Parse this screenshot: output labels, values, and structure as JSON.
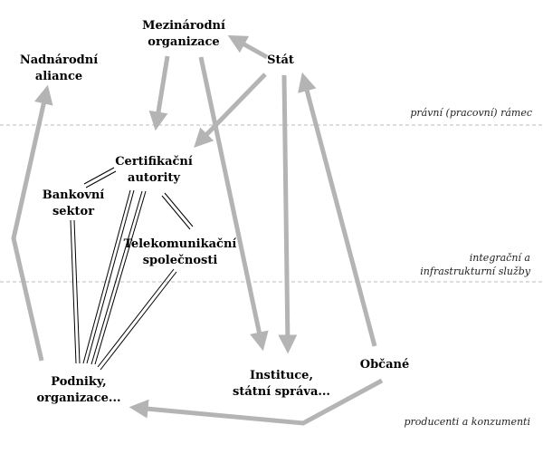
{
  "nodes": {
    "mezinarodni": {
      "line1": "Mezinárodní",
      "line2": "organizace"
    },
    "nadnarodni": {
      "line1": "Nadnárodní",
      "line2": "aliance"
    },
    "stat": {
      "line1": "Stát"
    },
    "certifikacni": {
      "line1": "Certifikační",
      "line2": "autority"
    },
    "bankovni": {
      "line1": "Bankovní",
      "line2": "sektor"
    },
    "telekom": {
      "line1": "Telekomunikační",
      "line2": "společnosti"
    },
    "podniky": {
      "line1": "Podniky,",
      "line2": "organizace..."
    },
    "instituce": {
      "line1": "Instituce,",
      "line2": "státní správa..."
    },
    "obcane": {
      "line1": "Občané"
    }
  },
  "zones": {
    "pravni": {
      "line1": "právní (pracovní) rámec"
    },
    "integracni": {
      "line1": "integrační a",
      "line2": "infrastrukturní služby"
    },
    "producenti": {
      "line1": "producenti a konzumenti"
    }
  },
  "colors": {
    "arrow": "#b4b4b4",
    "separator": "#bdbdbd",
    "double_line": "#000000",
    "text": "#000000"
  }
}
